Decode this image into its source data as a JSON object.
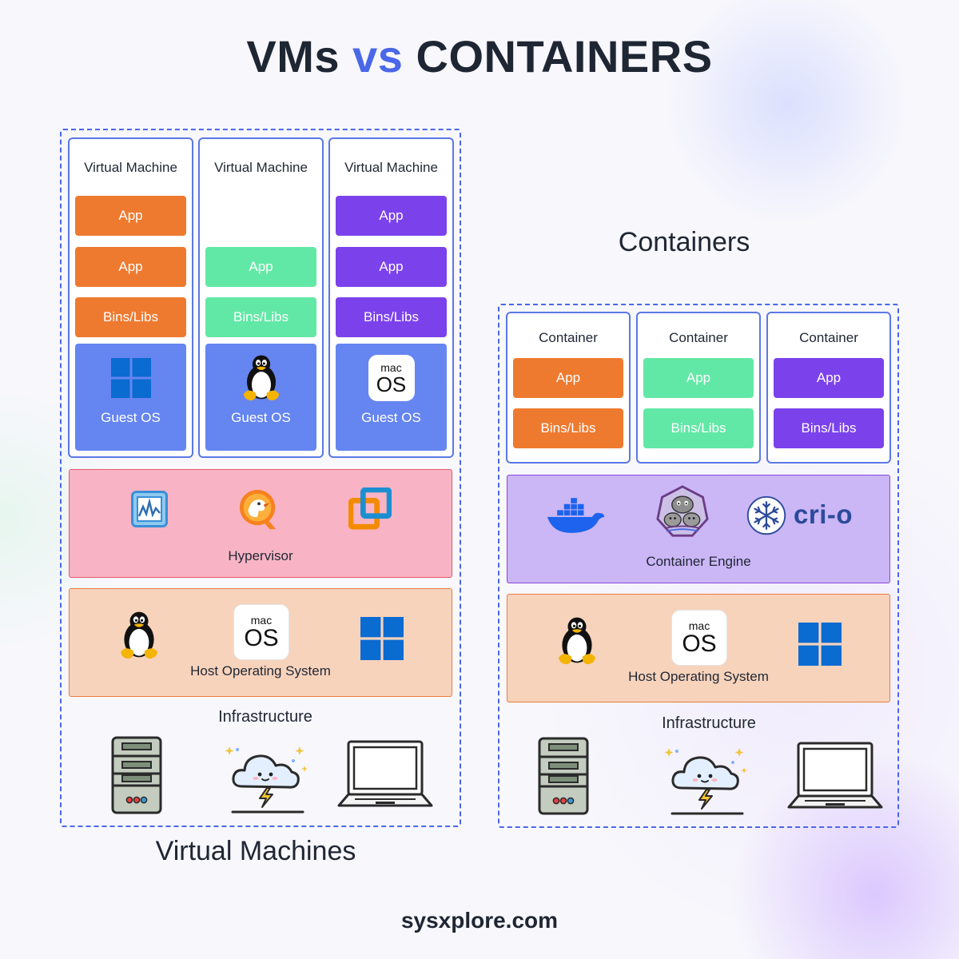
{
  "title": {
    "part1": "VMs",
    "part2": "vs",
    "part3": "CONTAINERS"
  },
  "vm_section": {
    "label": "Virtual Machines",
    "columns": [
      {
        "title": "Virtual Machine",
        "apps": [
          "App",
          "App"
        ],
        "bins": "Bins/Libs",
        "guest_os": "Guest OS",
        "os_icon": "windows-icon"
      },
      {
        "title": "Virtual Machine",
        "apps": [
          "App"
        ],
        "bins": "Bins/Libs",
        "guest_os": "Guest OS",
        "os_icon": "linux-tux-icon"
      },
      {
        "title": "Virtual Machine",
        "apps": [
          "App",
          "App"
        ],
        "bins": "Bins/Libs",
        "guest_os": "Guest OS",
        "os_icon": "macos-icon",
        "os_icon_text": [
          "mac",
          "OS"
        ]
      }
    ],
    "hypervisor": {
      "label": "Hypervisor",
      "icons": [
        "hyperv-monitor-icon",
        "qemu-icon",
        "vmware-icon"
      ]
    },
    "host_os": {
      "label": "Host Operating System",
      "icons": [
        "linux-tux-icon",
        "macos-icon",
        "windows-icon"
      ],
      "mac_text": [
        "mac",
        "OS"
      ]
    },
    "infrastructure": {
      "label": "Infrastructure",
      "icons": [
        "server-icon",
        "cloud-icon",
        "laptop-icon"
      ]
    }
  },
  "container_section": {
    "label": "Containers",
    "columns": [
      {
        "title": "Container",
        "app": "App",
        "bins": "Bins/Libs"
      },
      {
        "title": "Container",
        "app": "App",
        "bins": "Bins/Libs"
      },
      {
        "title": "Container",
        "app": "App",
        "bins": "Bins/Libs"
      }
    ],
    "engine": {
      "label": "Container Engine",
      "icons": [
        "docker-icon",
        "podman-icon",
        "crio-icon"
      ],
      "crio_text": "cri-o"
    },
    "host_os": {
      "label": "Host Operating System",
      "icons": [
        "linux-tux-icon",
        "macos-icon",
        "windows-icon"
      ],
      "mac_text": [
        "mac",
        "OS"
      ]
    },
    "infrastructure": {
      "label": "Infrastructure",
      "icons": [
        "server-icon",
        "cloud-icon",
        "laptop-icon"
      ]
    }
  },
  "colors": {
    "accent": "#4a67e8",
    "orange": "#ee7a30",
    "green": "#62e8a6",
    "purple": "#7b42ec",
    "guest_os": "#6585f0",
    "hypervisor": "#f8b4c5",
    "host_os": "#f7d3bc",
    "container_engine": "#cbb6f6"
  },
  "footer": "sysxplore.com"
}
